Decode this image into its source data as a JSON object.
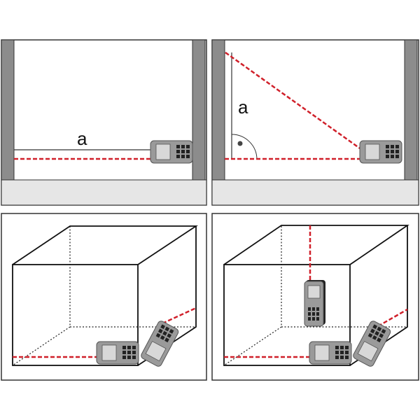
{
  "panels": [
    {
      "id": "horizontal-distance",
      "label": "a"
    },
    {
      "id": "pythagoras-height",
      "label": "a"
    },
    {
      "id": "area-measurement"
    },
    {
      "id": "volume-measurement"
    }
  ],
  "colors": {
    "laser": "#d0202a",
    "wall": "#8c8c8c",
    "floor": "#e6e6e6",
    "device": "#9a9a9a"
  }
}
